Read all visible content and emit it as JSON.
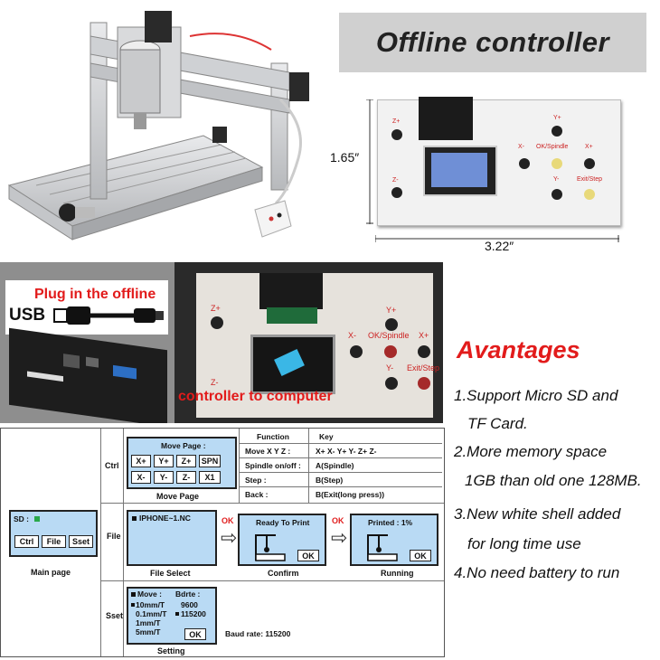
{
  "header": {
    "title": "Offline controller"
  },
  "dimensions": {
    "height": "1.65″",
    "width": "3.22″"
  },
  "device_labels": {
    "z_plus": "Z+",
    "z_minus": "Z-",
    "y_plus": "Y+",
    "y_minus": "Y-",
    "x_minus": "X-",
    "x_plus": "X+",
    "ok_spindle": "OK/Spindle",
    "exit_step": "Exit/Step"
  },
  "overlay": {
    "line1": "Plug in the offline",
    "line2": "controller to computer",
    "usb": "USB"
  },
  "advantages": {
    "title": "Avantages",
    "items": [
      "1.Support Micro SD and",
      "TF Card.",
      "2.More memory space",
      "1GB than old one 128MB.",
      "3.New white shell added",
      "for long time use",
      "4.No need battery to run"
    ]
  },
  "diagram": {
    "main_page": {
      "status": "SD :",
      "buttons": [
        "Ctrl",
        "File",
        "Sset"
      ],
      "caption": "Main page"
    },
    "rows": {
      "ctrl": "Ctrl",
      "file": "File",
      "sset": "Sset"
    },
    "move_page": {
      "title": "Move Page :",
      "keys_row1": [
        "X+",
        "Y+",
        "Z+",
        "SPN"
      ],
      "keys_row2": [
        "X-",
        "Y-",
        "Z-",
        "X1"
      ],
      "caption": "Move Page"
    },
    "key_table": {
      "headers": [
        "Function",
        "Key"
      ],
      "rows": [
        [
          "Move X Y Z :",
          "X+  X-  Y+  Y-  Z+  Z-"
        ],
        [
          "Spindle on/off :",
          "A(Spindle)"
        ],
        [
          "Step :",
          "B(Step)"
        ],
        [
          "Back :",
          "B(Exit(long press))"
        ]
      ]
    },
    "file_select": {
      "entry": "IPHONE~1.NC",
      "caption": "File Select"
    },
    "ok_label": "OK",
    "confirm": {
      "title": "Ready To Print",
      "button": "OK",
      "caption": "Confirm"
    },
    "running": {
      "title": "Printed : 1%",
      "button": "OK",
      "caption": "Running"
    },
    "setting": {
      "move_label": "Move :",
      "bdrte_label": "Bdrte :",
      "moves": [
        "10mm/T",
        "0.1mm/T",
        "1mm/T",
        "5mm/T"
      ],
      "bauds": [
        "9600",
        "115200"
      ],
      "button": "OK",
      "baud_rate": "Baud rate: 115200",
      "caption": "Setting"
    }
  }
}
